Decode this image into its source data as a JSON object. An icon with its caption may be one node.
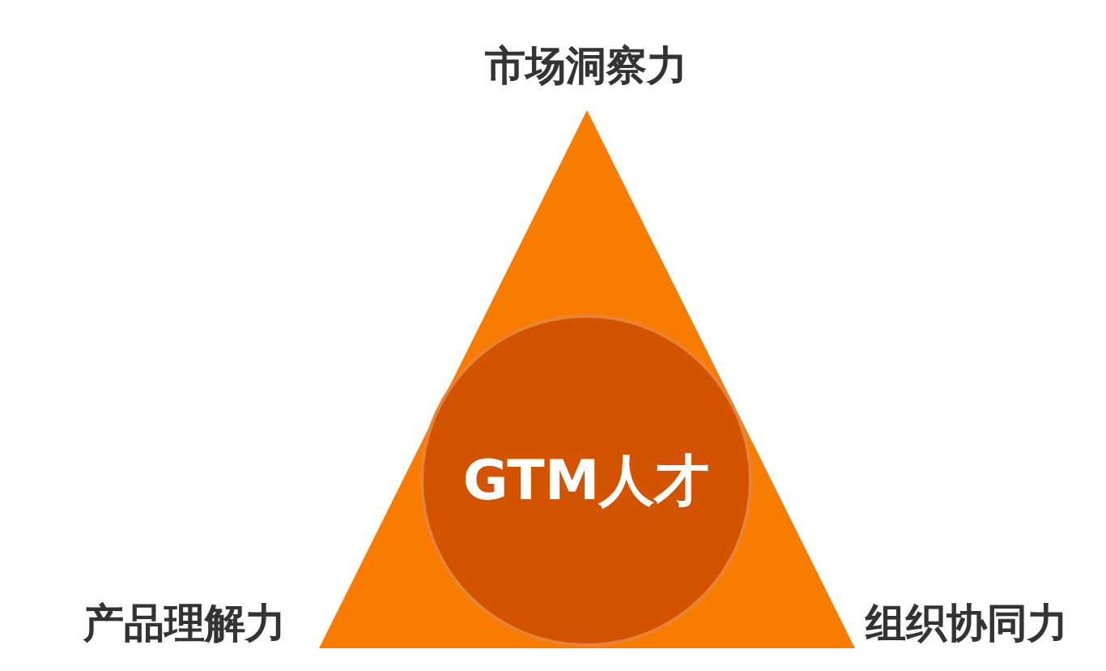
{
  "diagram": {
    "nodes": [
      {
        "text": [],
        "shape": "triangle"
      },
      {
        "text": [
          "GTM人才"
        ],
        "in": 0
      }
    ],
    "edges": [],
    "labels": [
      "市场洞察力",
      "产品理解力",
      "组织协同力"
    ]
  }
}
